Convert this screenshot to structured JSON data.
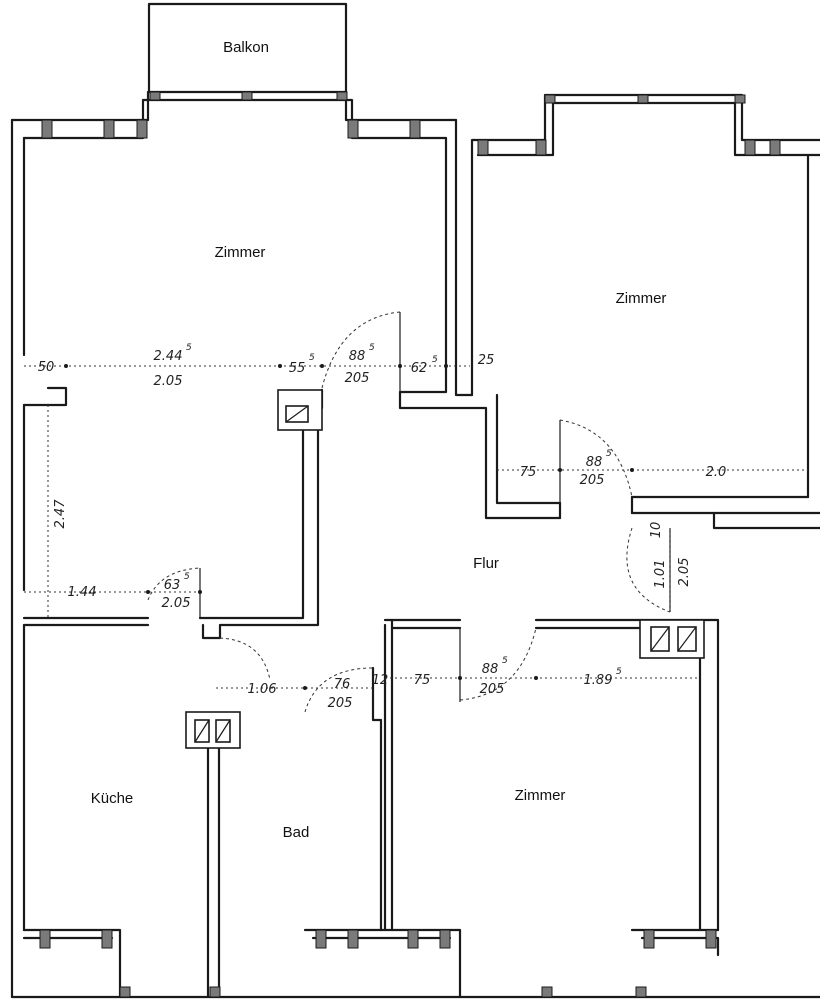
{
  "rooms": {
    "balkon": "Balkon",
    "zimmer_nw": "Zimmer",
    "zimmer_ne": "Zimmer",
    "flur": "Flur",
    "kueche": "Küche",
    "bad": "Bad",
    "zimmer_s": "Zimmer"
  },
  "dimensions": {
    "d50": "50",
    "d244": "2.44",
    "d244_sup": "5",
    "d205a": "2.05",
    "d55": "55",
    "d55_sup": "5",
    "d88a": "88",
    "d88a_sup": "5",
    "d205b": "205",
    "d62": "62",
    "d62_sup": "5",
    "d25": "25",
    "d75a": "75",
    "d88b": "88",
    "d88b_sup": "5",
    "d205c": "205",
    "d20": "2.0",
    "d247": "2.47",
    "d144": "1.44",
    "d63": "63",
    "d63_sup": "5",
    "d205d": "2.05",
    "d101": "1.01",
    "d205e": "2.05",
    "d10": "10",
    "d106": "1.06",
    "d76": "76",
    "d205f": "205",
    "d12": "12",
    "d75b": "75",
    "d88c": "88",
    "d88c_sup": "5",
    "d205g": "205",
    "d189": "1.89",
    "d189_sup": "5"
  }
}
